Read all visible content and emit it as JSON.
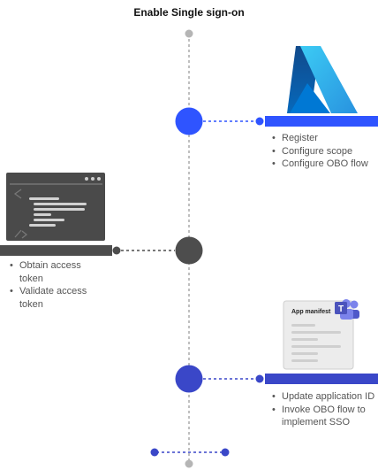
{
  "title": "Enable Single sign-on",
  "steps": [
    {
      "items": [
        "Register",
        "Configure scope",
        "Configure OBO flow"
      ]
    },
    {
      "items": [
        "Obtain access token",
        "Validate access token"
      ]
    },
    {
      "items": [
        "Update application ID",
        "Invoke OBO flow to implement SSO"
      ]
    }
  ],
  "manifest_label": "App manifest",
  "colors": {
    "timeline": "#aaaaaa",
    "step1": "#2f54ff",
    "step2": "#4d4d4d",
    "step3": "#3a47c8",
    "azure": "#0a6fd1",
    "teams": "#5059c9"
  },
  "icons": {
    "step1": "azure-logo-icon",
    "step2": "code-editor-icon",
    "step3": "teams-manifest-icon"
  }
}
